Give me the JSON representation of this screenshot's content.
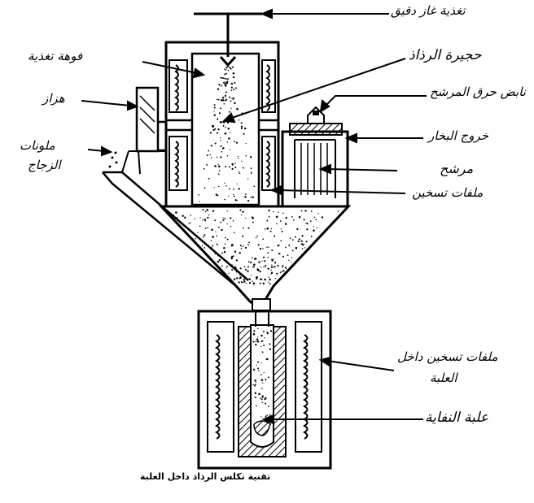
{
  "diagram": {
    "caption": "تقنية تكلس الرذاذ داخل العلبة",
    "labels": {
      "gas_feed": "تغذية غاز دقيق",
      "feed_nozzle": "فوهة تغذية",
      "spray_chamber": "حجيرة الرذاذ",
      "vibrator": "هزاز",
      "filter_pulse": "نابض حرق المرشح",
      "glass_frit_1": "ملونات",
      "glass_frit_2": "الزجاج",
      "vapor_outlet": "خروج البخار",
      "filter": "مرشح",
      "heating_coils": "ملفات تسخين",
      "can_heating_1": "ملفات تسخين داخل",
      "can_heating_2": "العلبة",
      "waste_can": "علبة النفاية"
    }
  }
}
